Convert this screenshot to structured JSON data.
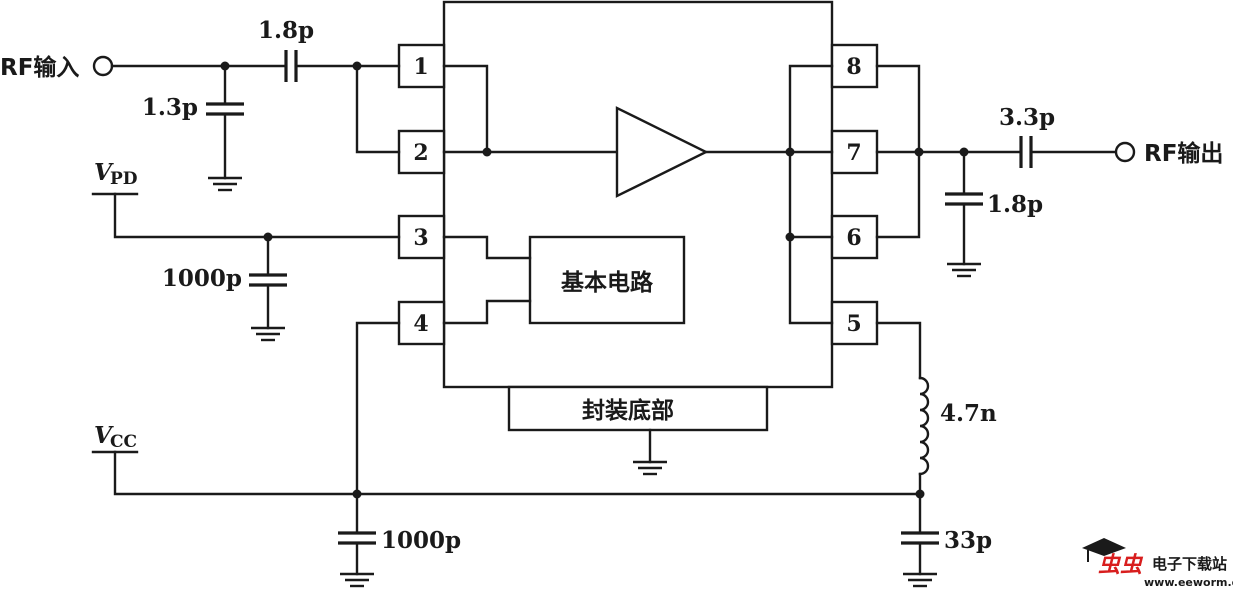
{
  "labels": {
    "rf_input": "RF输入",
    "rf_output": "RF输出",
    "vpd_main": "V",
    "vpd_sub": "PD",
    "vcc_main": "V",
    "vcc_sub": "CC",
    "core_block": "基本电路",
    "package_base": "封装底部"
  },
  "components": {
    "c_in_series": "1.8p",
    "c_in_shunt": "1.3p",
    "c_vpd": "1000p",
    "c_vcc": "1000p",
    "c_out_series": "3.3p",
    "c_out_shunt": "1.8p",
    "l_bias": "4.7n",
    "c_bias": "33p"
  },
  "pins": [
    "1",
    "2",
    "3",
    "4",
    "5",
    "6",
    "7",
    "8"
  ],
  "watermark": {
    "brand": "虫虫",
    "title": "电子下载站",
    "url": "www.eeworm.com"
  }
}
